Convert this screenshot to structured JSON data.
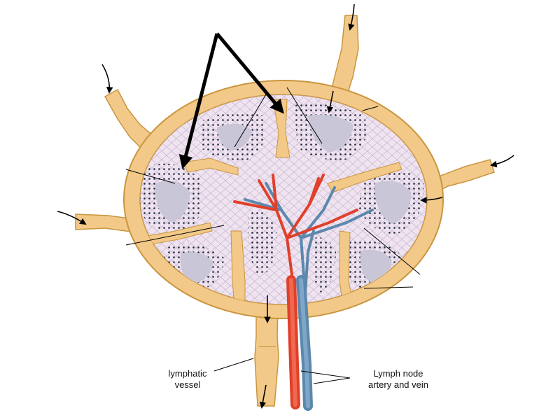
{
  "labels": {
    "lymphatic_vessel": [
      "lymphatic",
      "vessel"
    ],
    "lymph_node_vessels": [
      "Lymph node",
      "artery and vein"
    ]
  },
  "colors": {
    "capsule": "#f2c988",
    "capsule_edge": "#c9953f",
    "cortex_fill": "#efe3f0",
    "follicle": "#c9c6d8",
    "dots": "#1f2a3d",
    "artery": "#e0402a",
    "vein": "#5b88ad",
    "pointer": "#000000"
  }
}
